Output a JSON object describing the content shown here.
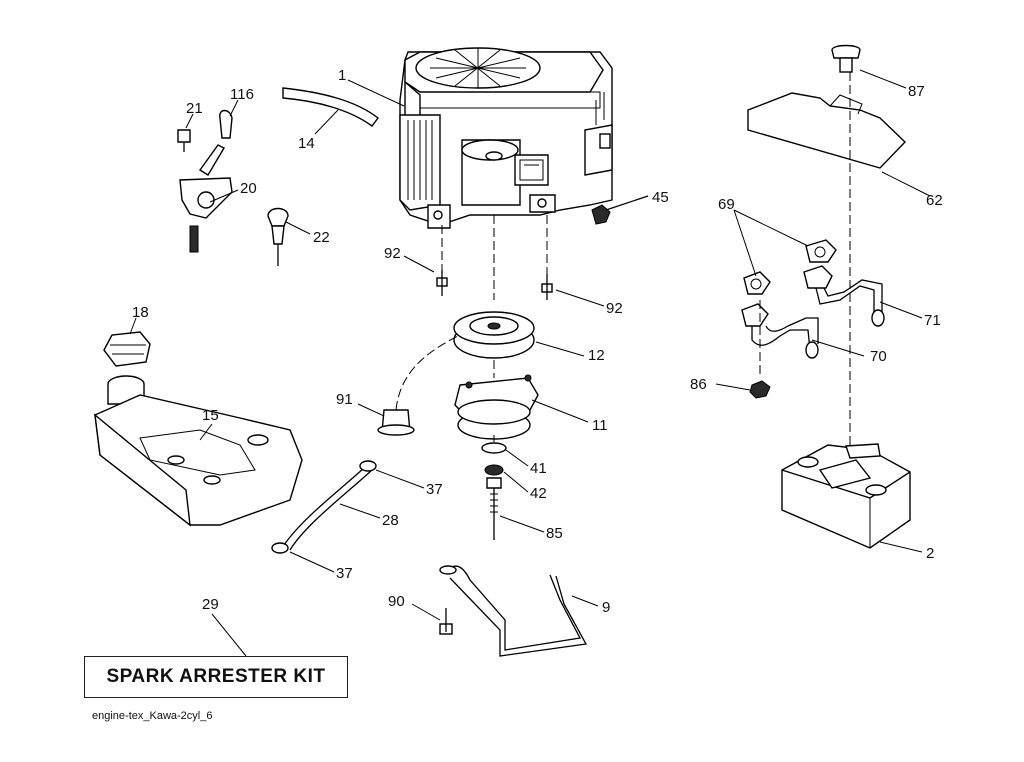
{
  "callouts": {
    "c1": "1",
    "c116": "116",
    "c21": "21",
    "c14": "14",
    "c20": "20",
    "c22": "22",
    "c87": "87",
    "c62": "62",
    "c45": "45",
    "c69": "69",
    "c92a": "92",
    "c92b": "92",
    "c71": "71",
    "c18": "18",
    "c12": "12",
    "c70": "70",
    "c86": "86",
    "c91": "91",
    "c15": "15",
    "c11": "11",
    "c41": "41",
    "c37a": "37",
    "c42": "42",
    "c28": "28",
    "c85": "85",
    "c2": "2",
    "c37b": "37",
    "c29": "29",
    "c90": "90",
    "c9": "9"
  },
  "kit_box": {
    "label": "SPARK ARRESTER KIT"
  },
  "footer": {
    "drawing_id": "engine-tex_Kawa-2cyl_6"
  }
}
